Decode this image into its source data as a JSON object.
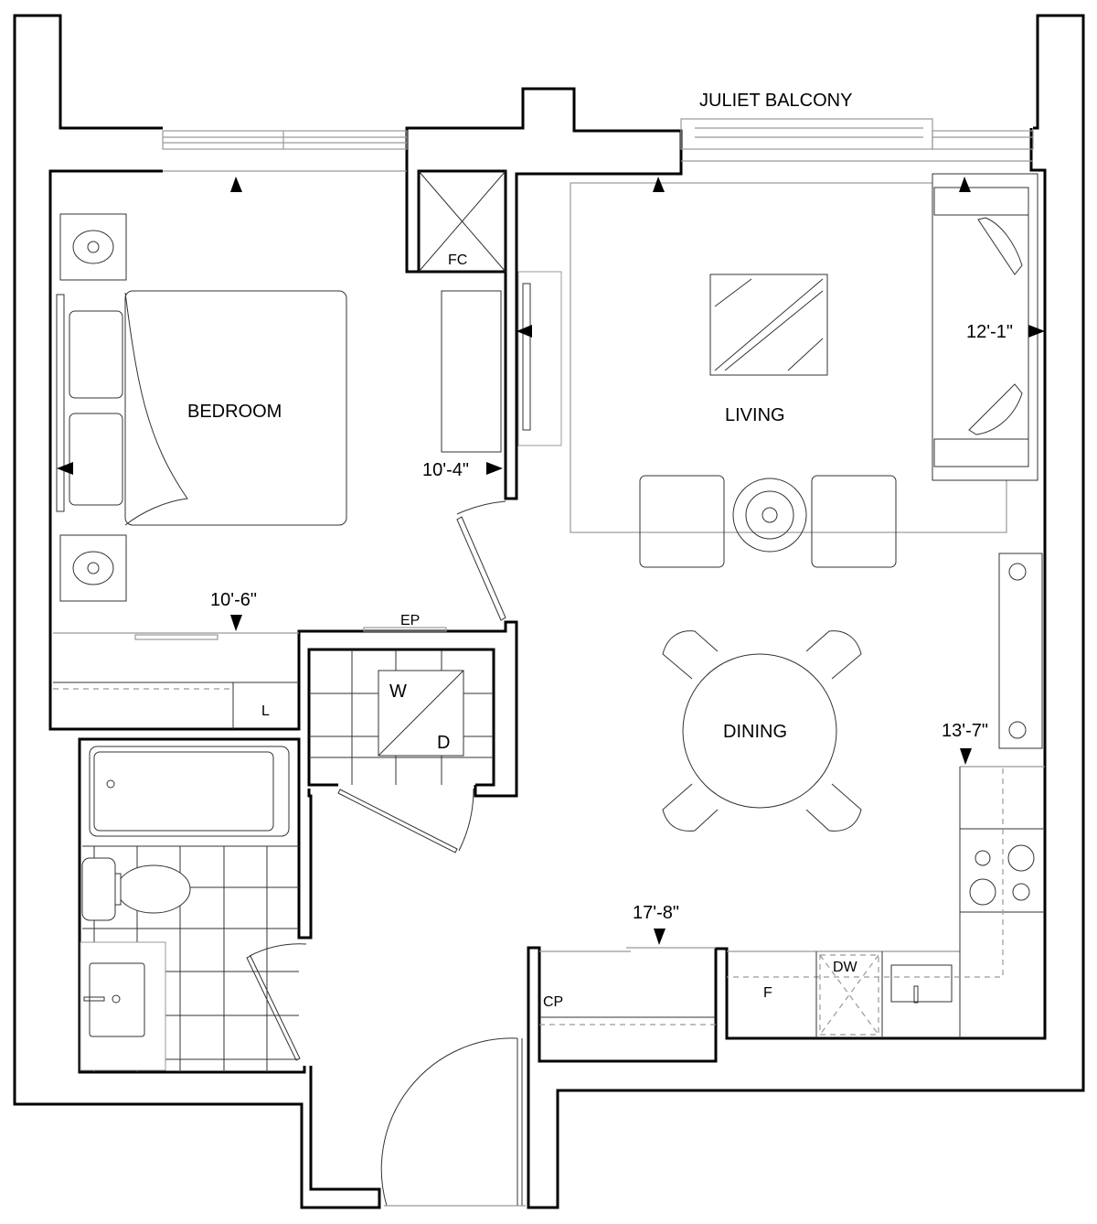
{
  "rooms": {
    "bedroom": "BEDROOM",
    "living": "LIVING",
    "dining": "DINING",
    "balcony": "JULIET BALCONY"
  },
  "fixtures": {
    "fc": "FC",
    "ep": "EP",
    "l": "L",
    "w": "W",
    "d": "D",
    "cp": "CP",
    "f": "F",
    "dw": "DW"
  },
  "dimensions": {
    "bedroom_width": "10'-4\"",
    "bedroom_length": "10'-6\"",
    "living_width": "12'-1\"",
    "living_length": "13'-7\"",
    "overall": "17'-8\""
  }
}
